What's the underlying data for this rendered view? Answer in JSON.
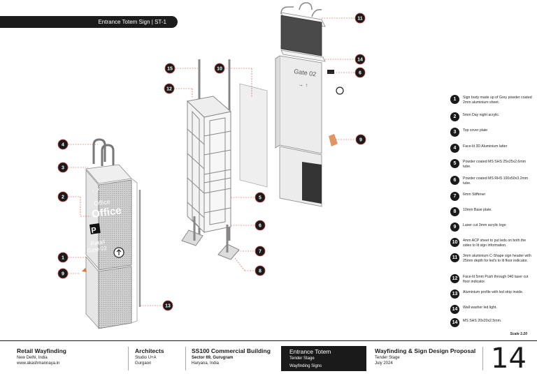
{
  "header": {
    "title": "Entrance Totem Sign | ST-1"
  },
  "sign_face": {
    "arrows": "↑ ↗",
    "office": "Office",
    "office_big": "Office",
    "parking": "P",
    "retail": "Retail",
    "gate": "Gate 02",
    "back_text": "Gate 02"
  },
  "callouts": [
    "15",
    "10",
    "12",
    "11",
    "14",
    "6",
    "4",
    "3",
    "2",
    "1",
    "9",
    "5",
    "6",
    "7",
    "8",
    "13",
    "9"
  ],
  "legend": [
    {
      "num": "1",
      "text": "Sign body made up of Grey powder coated 2mm aluminium sheet."
    },
    {
      "num": "2",
      "text": "5mm Day night acrylic."
    },
    {
      "num": "3",
      "text": "Top cover plate"
    },
    {
      "num": "4",
      "text": "Face-lit 3D Aluminium latter"
    },
    {
      "num": "5",
      "text": "Powder coated MS SHS 25x25x2.6mm tube."
    },
    {
      "num": "6",
      "text": "Powder coated MS RHS 100x50x3.2mm tube."
    },
    {
      "num": "7",
      "text": "6mm Stiffener"
    },
    {
      "num": "8",
      "text": "10mm Base plate."
    },
    {
      "num": "9",
      "text": "Laser cut 3mm acrylic logo"
    },
    {
      "num": "10",
      "text": "4mm ACP sheet to put leds on both the sides to lit sign information."
    },
    {
      "num": "11",
      "text": "3mm aluminium C-Shape sign header with 25mm depth for led's to lit floor indicator."
    },
    {
      "num": "12",
      "text": "Face-lit 5mm Push through 040 laser cut floor indicator."
    },
    {
      "num": "13",
      "text": "Aluminium profile with led strip inside."
    },
    {
      "num": "14",
      "text": "Wall washer led light."
    },
    {
      "num": "14",
      "text": "MS SHS 20x20x2.5mm."
    }
  ],
  "scale": "Scale 1:20",
  "footer": {
    "project": {
      "title": "Retail Wayfinding",
      "line1": "New Delhi, India",
      "line2": "www.akashmannaya.in"
    },
    "architects": {
      "title": "Architects",
      "line1": "Studio U+A",
      "line2": "Gurgaon"
    },
    "building": {
      "title": "SS100 Commercial Building",
      "line1": "Sector 69, Gurugram",
      "line2": "Haryana, India"
    },
    "drawing": {
      "title": "Entrance Totem",
      "line1": "Tender Stage",
      "line2": "Wayfinding Signs"
    },
    "proposal": {
      "title": "Wayfinding & Sign Design Proposal",
      "line1": "Tender Stage",
      "line2": "July 2024"
    },
    "sheet_number": "14"
  }
}
